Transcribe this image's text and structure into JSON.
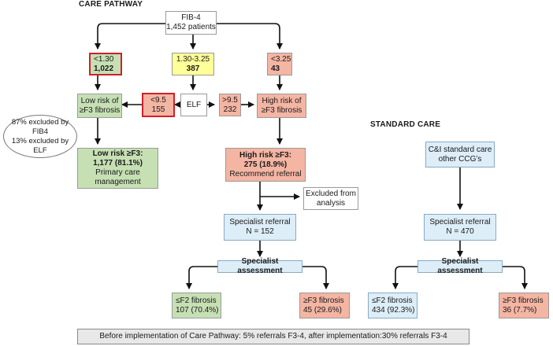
{
  "headings": {
    "care_pathway": "CARE PATHWAY",
    "standard_care": "STANDARD CARE"
  },
  "left": {
    "fib4": {
      "line1": "FIB-4",
      "line2": "1,452 patients"
    },
    "lt130": {
      "line1": "<1.30",
      "line2": "1,022"
    },
    "mid": {
      "line1": "1.30-3.25",
      "line2": "387"
    },
    "gt325": {
      "line1": "<3.25",
      "line2": "43"
    },
    "low_risk": {
      "line1": "Low risk of",
      "line2": "≥F3 fibrosis"
    },
    "elf_low": {
      "line1": "<9.5",
      "line2": "155"
    },
    "elf": {
      "line1": "ELF"
    },
    "elf_high": {
      "line1": ">9.5",
      "line2": "232"
    },
    "high_risk": {
      "line1": "High risk of",
      "line2": "≥F3 fibrosis"
    },
    "excluded_note": {
      "line1": "87% excluded by FIB4",
      "line2": "13% excluded by ELF"
    },
    "low_result": {
      "line1": "Low risk ≥F3:",
      "line2": "1,177 (81.1%)",
      "line3": "Primary care",
      "line4": "management"
    },
    "high_result": {
      "line1": "High risk ≥F3:",
      "line2": "275 (18.9%)",
      "line3": "Recommend referral"
    },
    "excluded": {
      "line1": "Excluded from",
      "line2": "analysis"
    },
    "referral": {
      "line1": "Specialist referral",
      "line2": "N = 152"
    },
    "assessment": {
      "line1": "Specialist assessment"
    },
    "le_f2": {
      "line1": "≤F2 fibrosis",
      "line2": "107 (70.4%)"
    },
    "ge_f3": {
      "line1": "≥F3 fibrosis",
      "line2": "45 (29.6%)"
    }
  },
  "right": {
    "standard": {
      "line1": "C&I standard care",
      "line2": "other CCG’s"
    },
    "referral": {
      "line1": "Specialist referral",
      "line2": "N = 470"
    },
    "assessment": {
      "line1": "Specialist assessment"
    },
    "le_f2": {
      "line1": "≤F2 fibrosis",
      "line2": "434 (92.3%)"
    },
    "ge_f3": {
      "line1": "≥F3 fibrosis",
      "line2": "36 (7.7%)"
    }
  },
  "footer": {
    "text": "Before implementation of Care Pathway: 5% referrals F3-4, after implementation:30% referrals F3-4"
  },
  "colors": {
    "green": "#c6e0b4",
    "yellow": "#ffff99",
    "salmon": "#f4b5a3",
    "blue": "#ddeef8",
    "red_border": "#d0202a",
    "grey": "#e8e8e8"
  }
}
